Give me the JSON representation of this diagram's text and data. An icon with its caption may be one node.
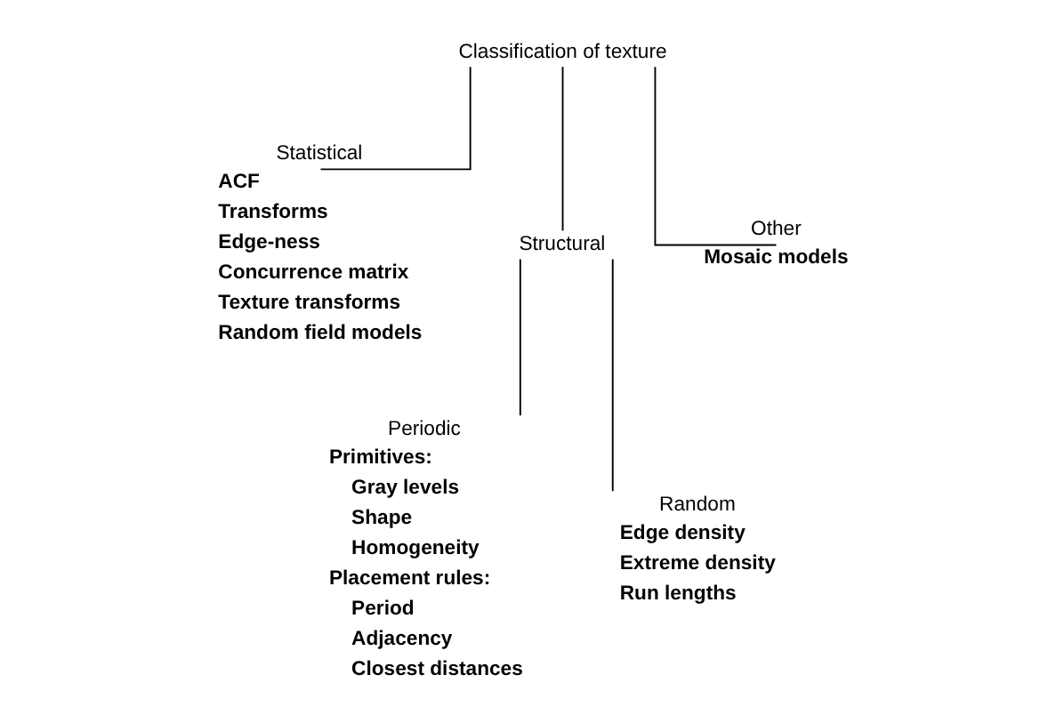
{
  "diagram": {
    "nodes": [
      {
        "text": [
          "Classification of texture"
        ]
      },
      {
        "text": [
          "Statistical"
        ],
        "beside": [
          "ACF",
          "Transforms",
          "Edge-ness",
          "Concurrence matrix",
          "Texture transforms",
          "Random field models"
        ]
      },
      {
        "text": [
          "Structural"
        ]
      },
      {
        "text": [
          "Other"
        ],
        "beside": [
          "Mosaic models"
        ]
      },
      {
        "text": [
          "Periodic"
        ],
        "beside": [
          "Primitives:",
          "Gray levels",
          "Shape",
          "Homogeneity",
          "Placement rules:",
          "Period",
          "Adjacency",
          "Closest distances"
        ]
      },
      {
        "text": [
          "Random"
        ],
        "beside": [
          "Edge density",
          "Extreme density",
          "Run lengths"
        ]
      }
    ],
    "edges": [
      {
        "from": 0,
        "to": 1,
        "arrow": "none"
      },
      {
        "from": 0,
        "to": 2,
        "arrow": "none"
      },
      {
        "from": 0,
        "to": 3,
        "arrow": "none"
      },
      {
        "from": 2,
        "to": 4,
        "arrow": "none"
      },
      {
        "from": 2,
        "to": 5,
        "arrow": "none"
      }
    ]
  }
}
